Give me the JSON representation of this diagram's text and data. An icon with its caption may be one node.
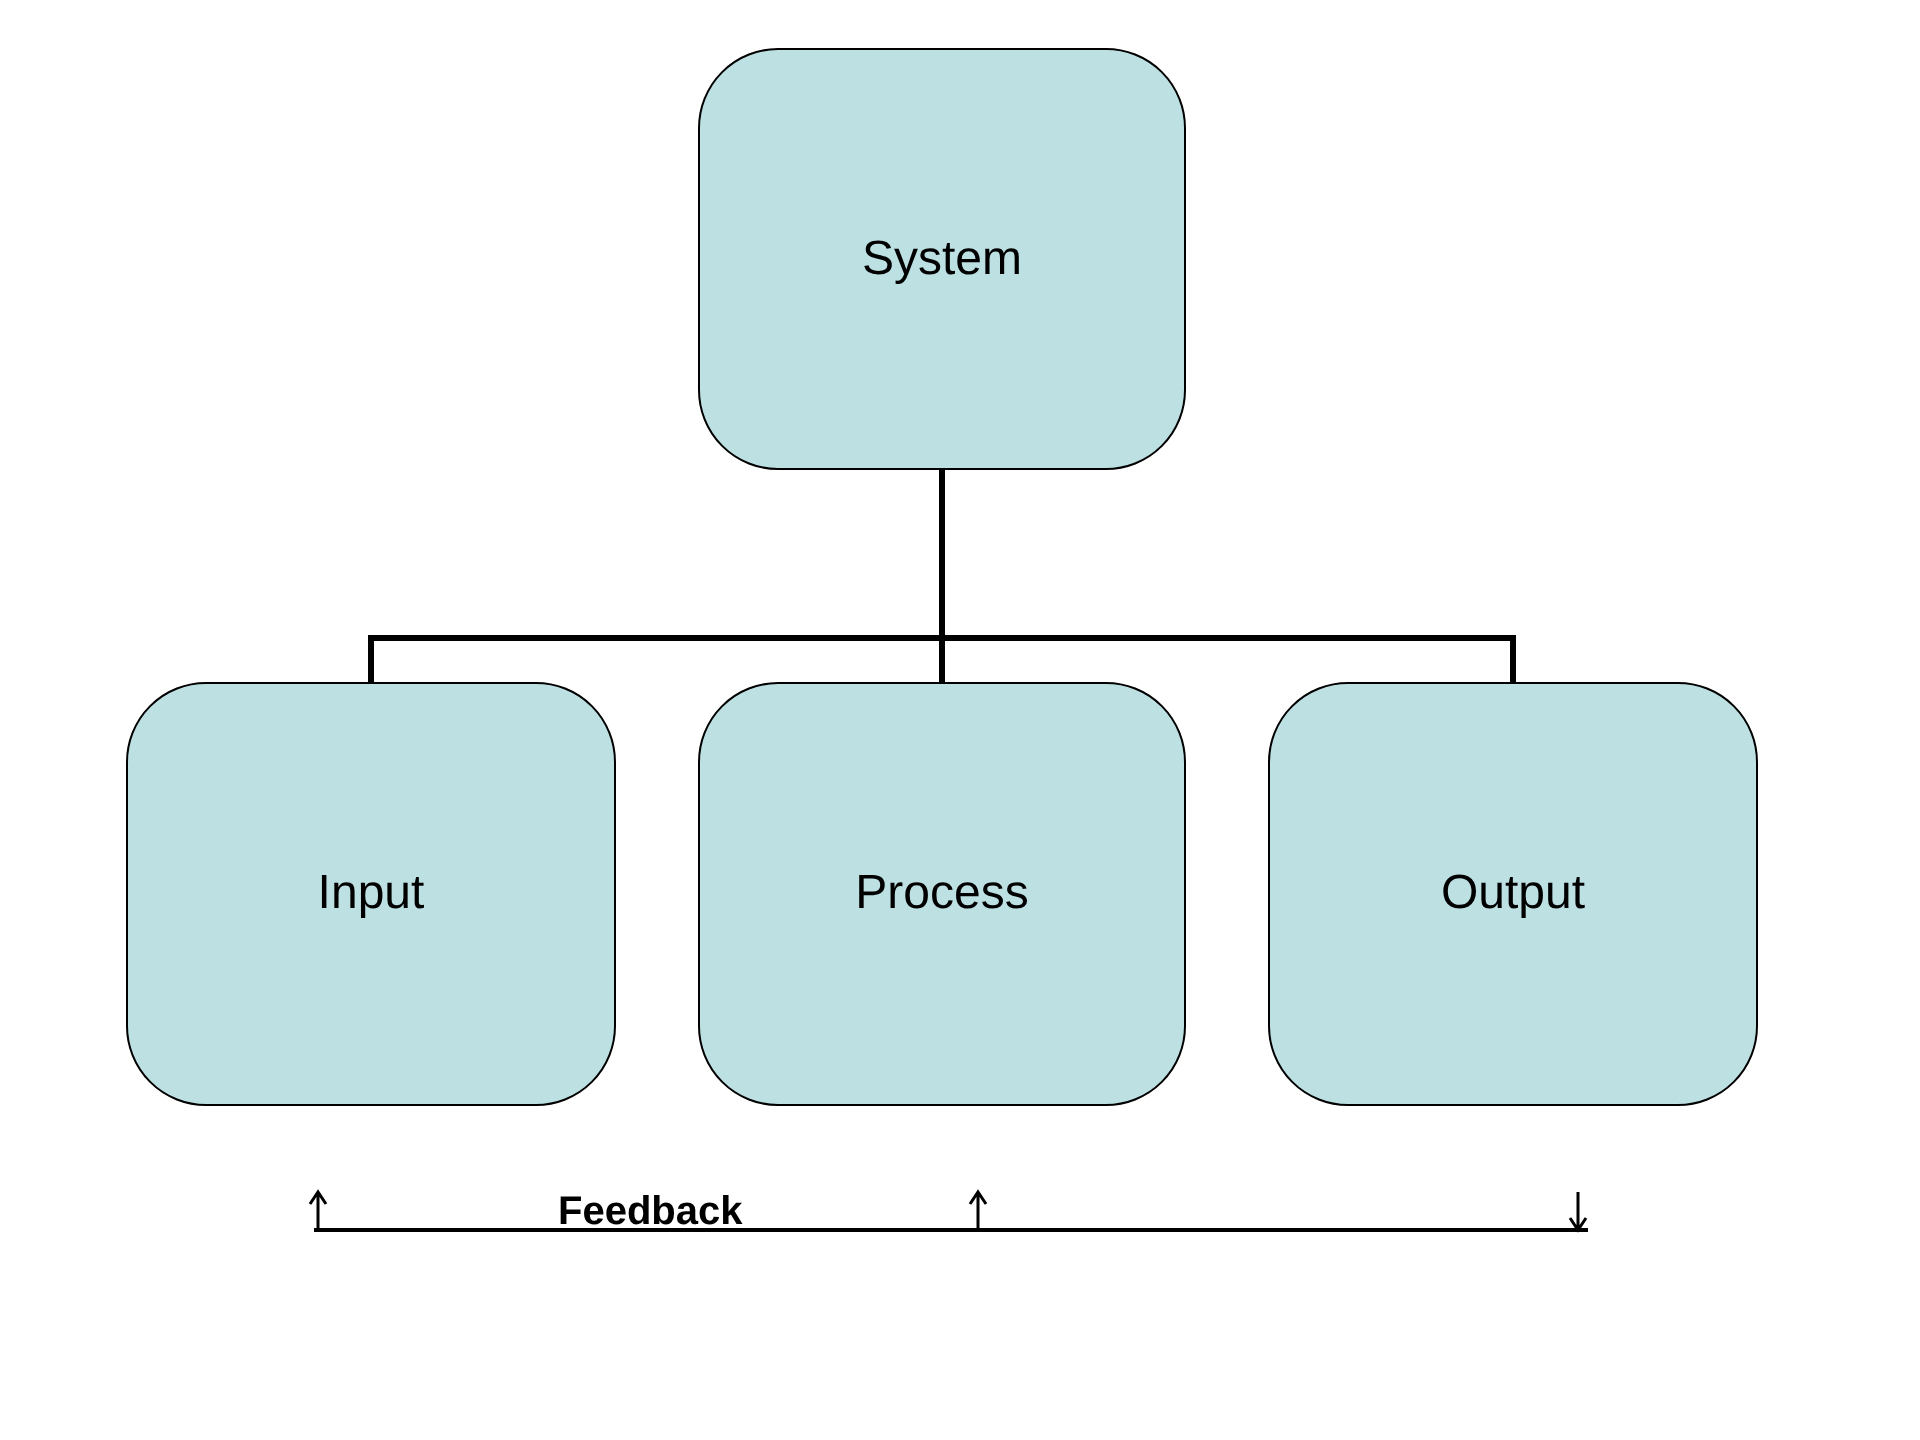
{
  "diagram": {
    "nodes": [
      {
        "text": [
          "System"
        ]
      },
      {
        "text": [
          "Input"
        ]
      },
      {
        "text": [
          "Process"
        ]
      },
      {
        "text": [
          "Output"
        ]
      }
    ],
    "edges": [
      {
        "from": 0,
        "to": 1,
        "arrow": "none"
      },
      {
        "from": 0,
        "to": 2,
        "arrow": "none"
      },
      {
        "from": 0,
        "to": 3,
        "arrow": "none"
      }
    ],
    "labels": [
      "Feedback"
    ]
  }
}
